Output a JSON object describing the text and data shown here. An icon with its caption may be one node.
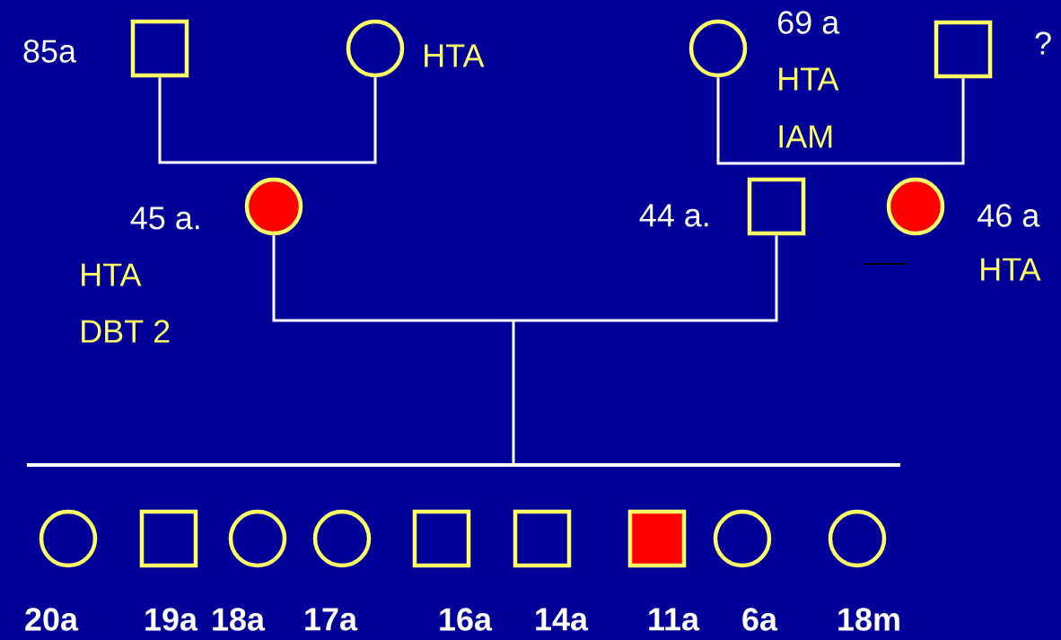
{
  "diagram": {
    "nodes": [
      {
        "text": [],
        "shape": "box",
        "beside": [
          "85a"
        ]
      },
      {
        "text": [],
        "shape": "circle",
        "beside": [
          "HTA"
        ]
      },
      {
        "text": [],
        "shape": "circle",
        "beside": [
          "69 a",
          "HTA",
          "IAM"
        ]
      },
      {
        "text": [],
        "shape": "box",
        "beside": [
          "?"
        ]
      },
      {
        "text": [],
        "shape": "disc",
        "beside": [
          "45 a.",
          "HTA",
          "DBT 2"
        ]
      },
      {
        "text": [],
        "shape": "box",
        "beside": [
          "44 a."
        ]
      },
      {
        "text": [],
        "shape": "disc",
        "beside": [
          "46 a",
          "HTA"
        ]
      },
      {
        "text": [],
        "shape": "bar"
      },
      {
        "text": [],
        "shape": "circle",
        "beside": [
          "20a"
        ]
      },
      {
        "text": [],
        "shape": "box",
        "beside": [
          "19a"
        ]
      },
      {
        "text": [],
        "shape": "circle",
        "beside": [
          "18a"
        ]
      },
      {
        "text": [],
        "shape": "circle",
        "beside": [
          "17a"
        ]
      },
      {
        "text": [],
        "shape": "box",
        "beside": [
          "16a"
        ]
      },
      {
        "text": [],
        "shape": "box",
        "beside": [
          "14a"
        ]
      },
      {
        "text": [],
        "shape": "block",
        "beside": [
          "11a"
        ]
      },
      {
        "text": [],
        "shape": "circle",
        "beside": [
          "6a"
        ]
      },
      {
        "text": [],
        "shape": "circle",
        "beside": [
          "18m"
        ]
      }
    ],
    "edges": [
      {
        "from": 0,
        "to": 1,
        "arrow": "none"
      },
      {
        "from": 2,
        "to": 3,
        "arrow": "none"
      },
      {
        "from": 4,
        "to": 5,
        "arrow": "none"
      },
      {
        "from": null,
        "to": 7,
        "arrow": "none"
      }
    ]
  }
}
